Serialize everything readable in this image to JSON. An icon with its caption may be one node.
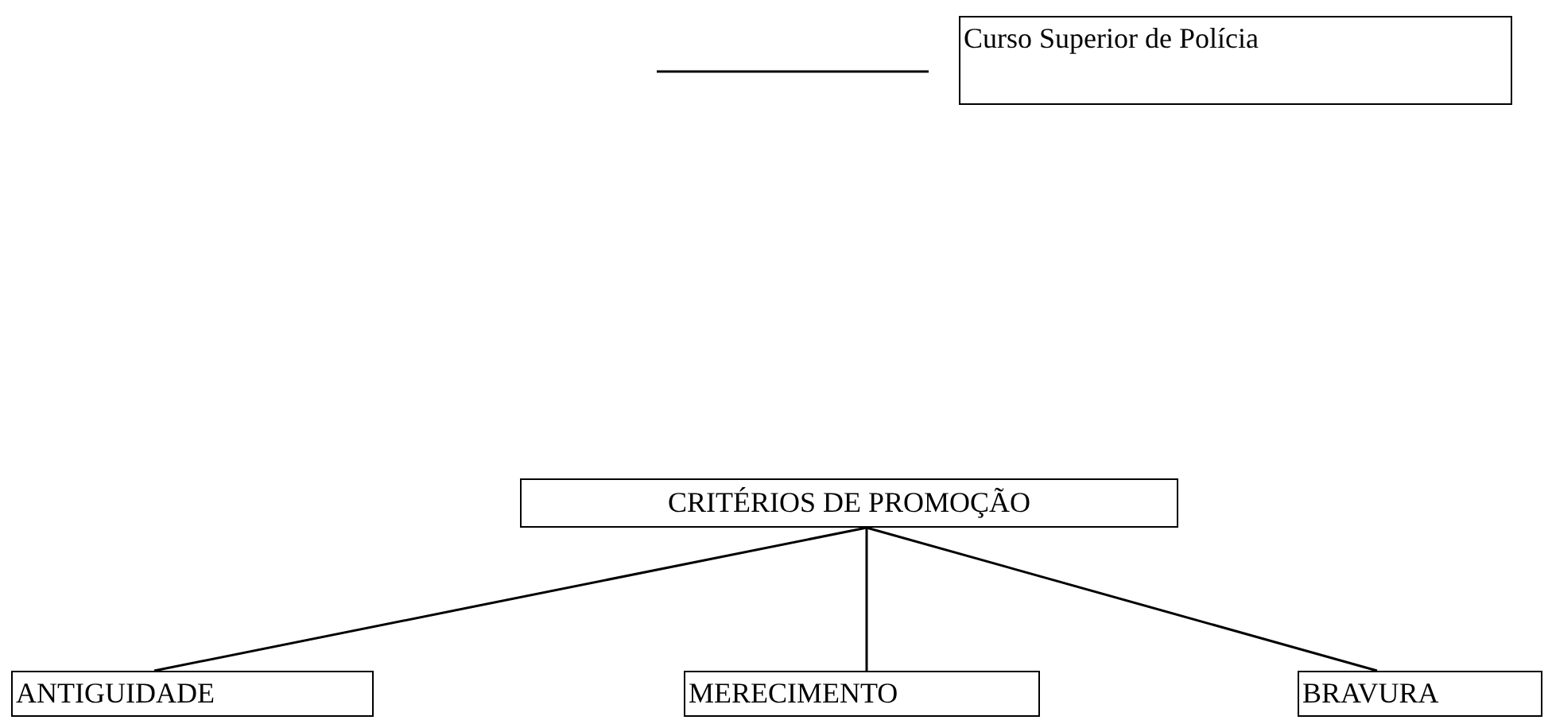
{
  "diagram": {
    "nodes": [
      {
        "text": [
          "Curso Superior de Polícia"
        ]
      },
      {
        "text": [
          "CRITÉRIOS DE PROMOÇÃO"
        ]
      },
      {
        "text": [
          "ANTIGUIDADE"
        ]
      },
      {
        "text": [
          "MERECIMENTO"
        ]
      },
      {
        "text": [
          "BRAVURA"
        ]
      }
    ],
    "edges": [
      {
        "from": 1,
        "to": 2,
        "arrow": "none"
      },
      {
        "from": 1,
        "to": 3,
        "arrow": "none"
      },
      {
        "from": 1,
        "to": 4,
        "arrow": "none"
      }
    ]
  }
}
